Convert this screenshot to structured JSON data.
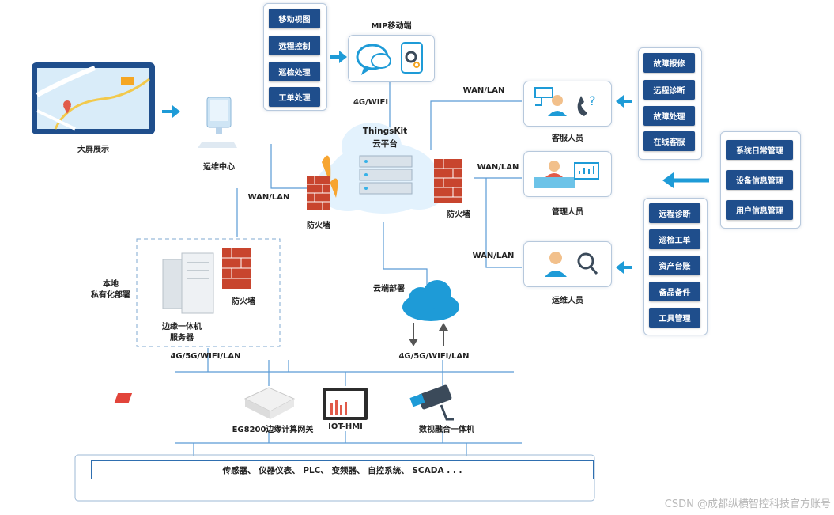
{
  "big_screen": {
    "label": "大屏展示"
  },
  "ops_center": {
    "label": "运维中心"
  },
  "mobile": {
    "title": "MIP移动端",
    "link": "4G/WIFI",
    "menu": [
      "移动视图",
      "远程控制",
      "巡检处理",
      "工单处理"
    ]
  },
  "cloud": {
    "title_line1": "ThingsKit",
    "title_line2": "云平台"
  },
  "firewall_left": {
    "label": "防火墙"
  },
  "firewall_right": {
    "label": "防火墙"
  },
  "local": {
    "title_line1": "本地",
    "title_line2": "私有化部署",
    "server_line1": "边缘一体机",
    "server_line2": "服务器",
    "firewall": "防火墙",
    "link": "4G/5G/WIFI/LAN"
  },
  "cloud_deploy": {
    "label": "云端部署",
    "link": "4G/5G/WIFI/LAN"
  },
  "links": {
    "wan_ops": "WAN/LAN",
    "wan_service": "WAN/LAN",
    "wan_manager": "WAN/LAN",
    "wan_maint": "WAN/LAN"
  },
  "roles": {
    "service": {
      "label": "客服人员",
      "menu": [
        "故障报修",
        "远程诊断",
        "故障处理",
        "在线客服"
      ]
    },
    "manager": {
      "label": "管理人员",
      "menu": [
        "系统日常管理",
        "设备信息管理",
        "用户信息管理"
      ]
    },
    "maint": {
      "label": "运维人员",
      "menu": [
        "远程诊断",
        "巡检工单",
        "资产台账",
        "备品备件",
        "工具管理"
      ]
    }
  },
  "devices": {
    "gateway": "EG8200边缘计算网关",
    "hmi": "IOT-HMI",
    "camera": "数视融合一体机"
  },
  "bottom_bar": {
    "text": "传感器、 仪器仪表、 PLC、 变频器、 自控系统、 SCADA  . . ."
  },
  "watermark": {
    "text": "CSDN @成都纵横智控科技官方账号"
  },
  "colors": {
    "navy": "#1f4e8c",
    "accent_blue": "#1e9bd7",
    "line_blue": "#5b9bd5",
    "firewall_red": "#c8452e"
  }
}
